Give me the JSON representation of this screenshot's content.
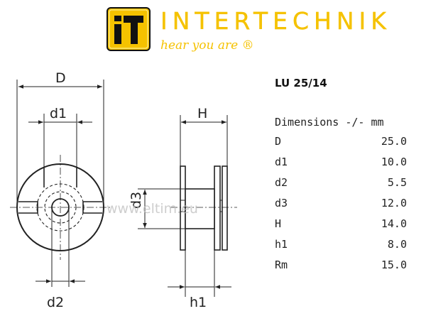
{
  "brand": {
    "name": "INTERTECHNIK",
    "slogan": "hear you are ®",
    "logo_text": "iT",
    "color": "#f5c200"
  },
  "drawing": {
    "labels": {
      "D": "D",
      "d1": "d1",
      "d2": "d2",
      "d3": "d3",
      "H": "H",
      "h1": "h1"
    },
    "watermark": "www.eltim.eu"
  },
  "product": {
    "title": "LU 25/14"
  },
  "dimensions": {
    "heading": "Dimensions -/- mm",
    "rows": [
      {
        "label": "D",
        "value": "25.0"
      },
      {
        "label": "d1",
        "value": "10.0"
      },
      {
        "label": "d2",
        "value": "5.5"
      },
      {
        "label": "d3",
        "value": "12.0"
      },
      {
        "label": "H",
        "value": "14.0"
      },
      {
        "label": "h1",
        "value": "8.0"
      },
      {
        "label": "Rm",
        "value": "15.0"
      }
    ]
  }
}
